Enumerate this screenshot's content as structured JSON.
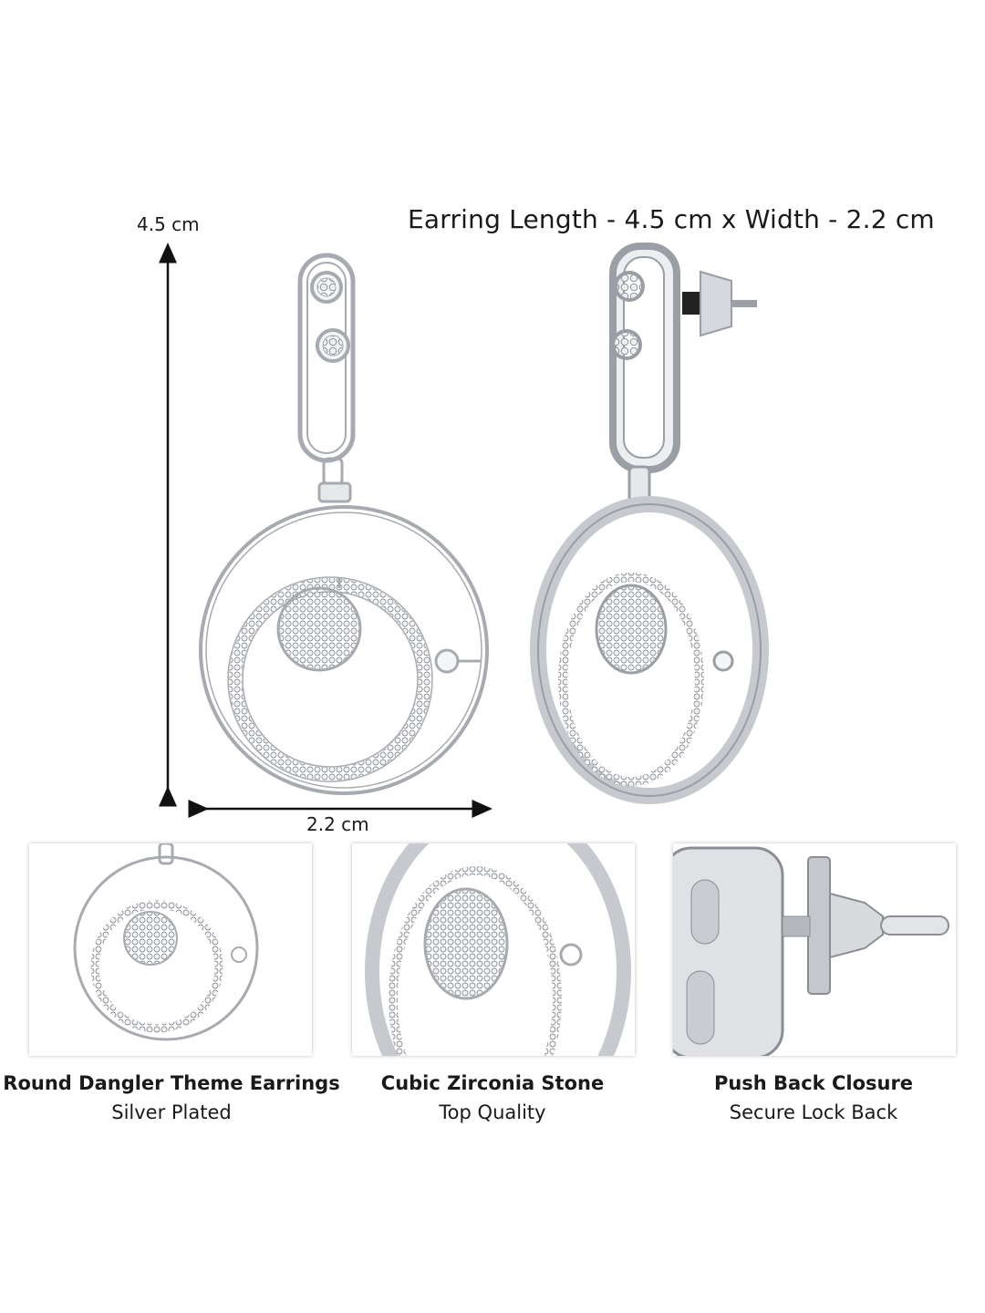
{
  "dimensions": {
    "height_label": "4.5 cm",
    "width_label": "2.2 cm"
  },
  "title": "Earring Length - 4.5 cm x Width - 2.2 cm",
  "features": [
    {
      "title": "Round Dangler Theme Earrings",
      "subtitle": "Silver Plated"
    },
    {
      "title": "Cubic Zirconia Stone",
      "subtitle": "Top Quality"
    },
    {
      "title": "Push Back Closure",
      "subtitle": "Secure Lock Back"
    }
  ],
  "colors": {
    "metal": "#b8bcc2",
    "metal_dark": "#7d8188",
    "text": "#1a1a1a"
  }
}
